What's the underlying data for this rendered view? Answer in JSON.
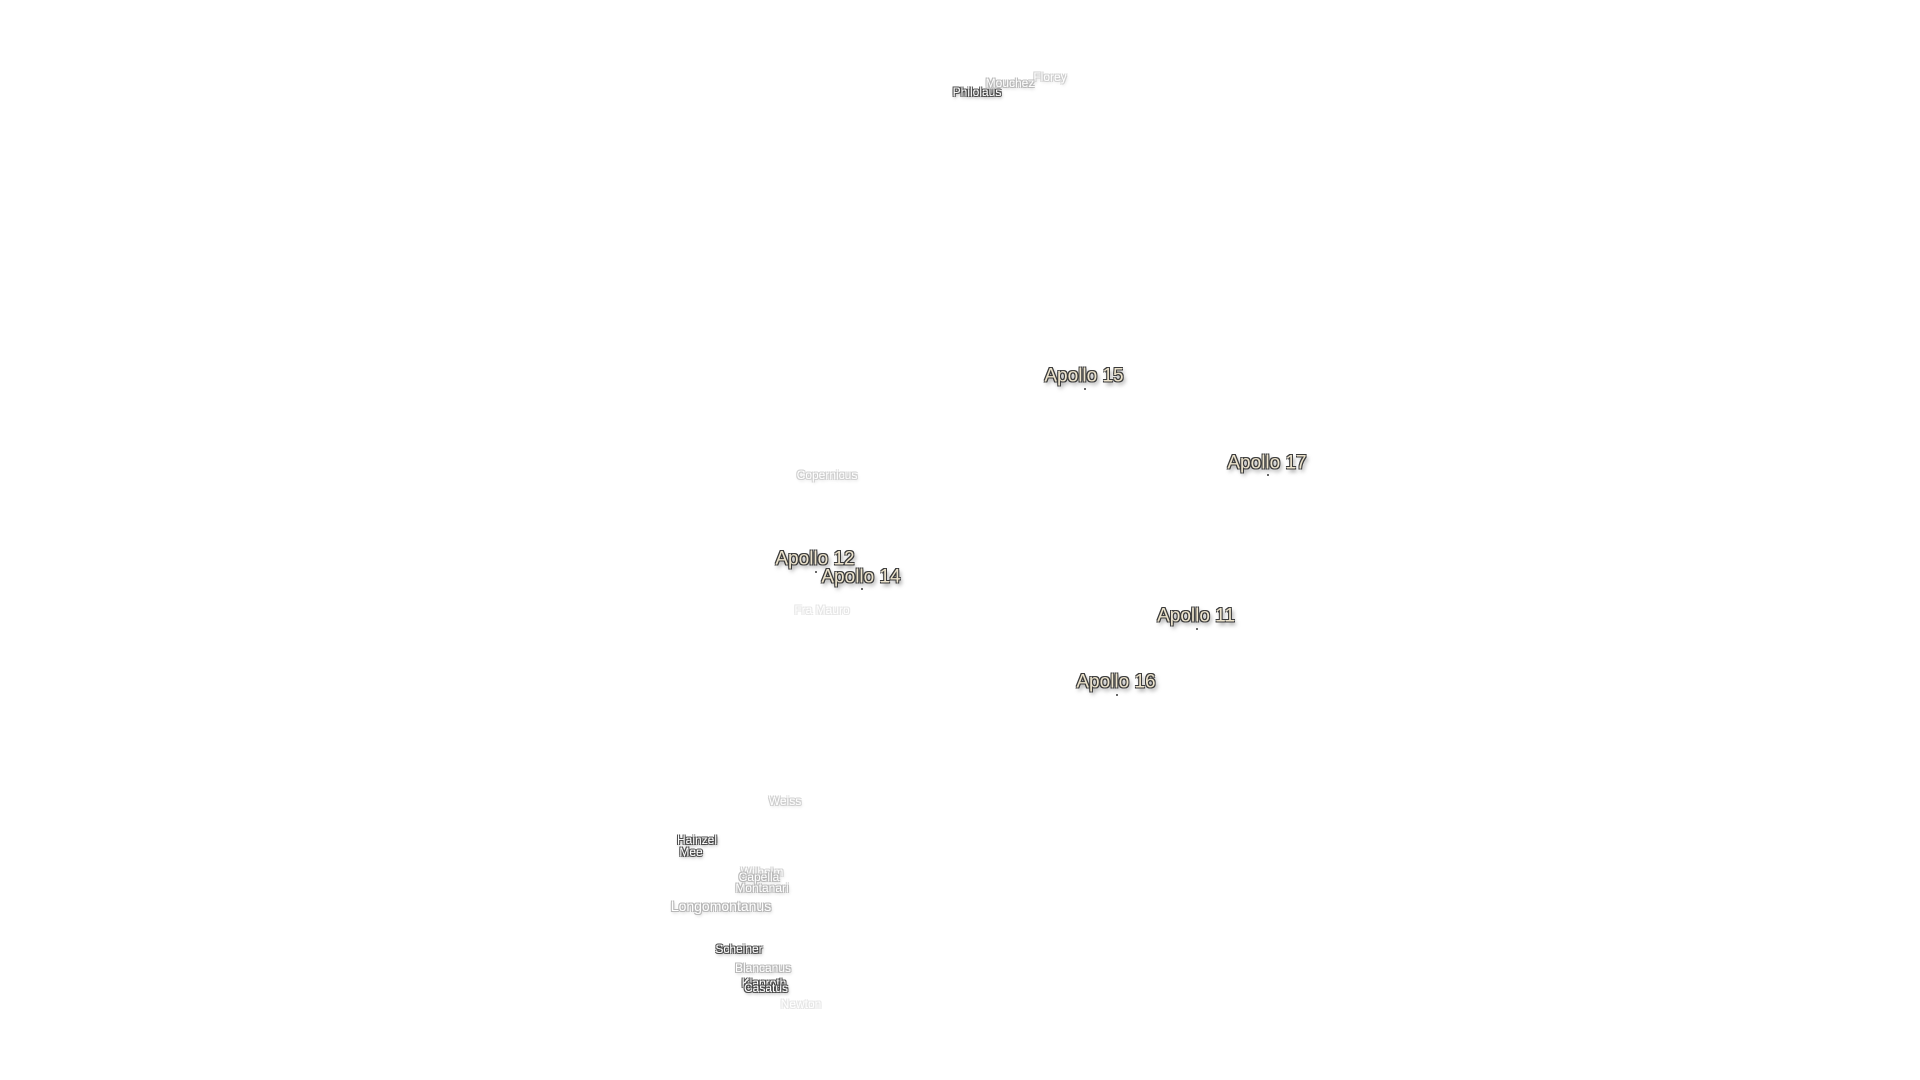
{
  "map": {
    "background": "#ffffff",
    "apollo_sites": [
      {
        "label": "Apollo 15"
      },
      {
        "label": "Apollo 17"
      },
      {
        "label": "Apollo 12"
      },
      {
        "label": "Apollo 14"
      },
      {
        "label": "Apollo 11"
      },
      {
        "label": "Apollo 16"
      }
    ],
    "craters": {
      "philolaus": "Philolaus",
      "mouchez": "Mouchez",
      "florey": "Florey",
      "copernicus": "Copernicus",
      "fra_mauro": "Fra Mauro",
      "weiss": "Weiss",
      "hainzel": "Hainzel",
      "mee": "Mee",
      "wilhelm": "Wilhelm",
      "capella": "Capella",
      "montanari": "Montanari",
      "longomontanus": "Longomontanus",
      "scheiner": "Scheiner",
      "blancanus": "Blancanus",
      "klaproth": "Klaproth",
      "casatus": "Casatus",
      "newton": "Newton"
    },
    "colors": {
      "apollo_text": "#ece3cc",
      "label_outline": "#3a3a3a"
    }
  }
}
